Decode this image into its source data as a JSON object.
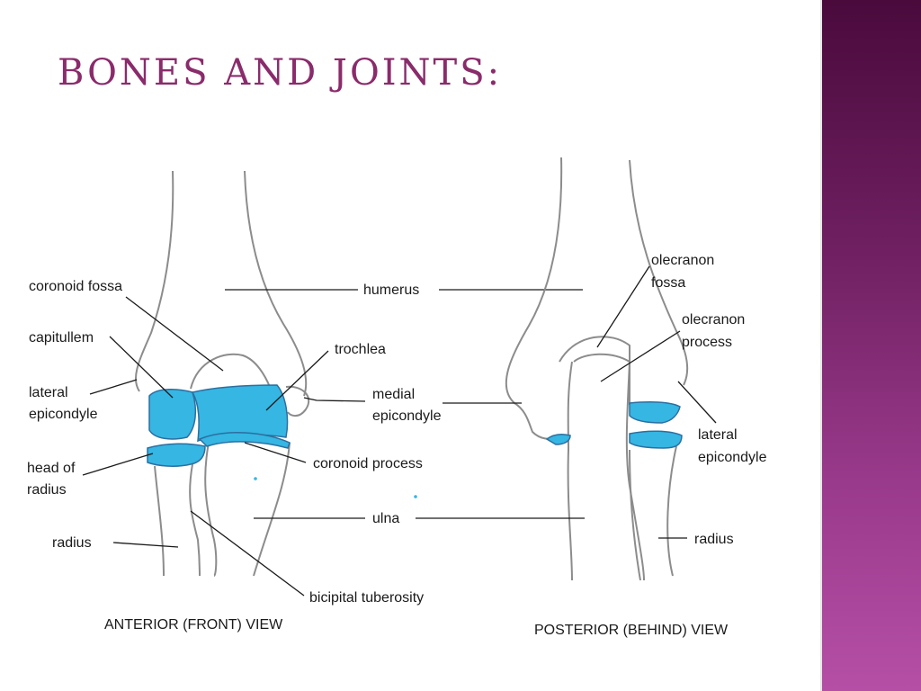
{
  "slide": {
    "title": "BONES  AND JOINTS:",
    "accent_color": "#8a2b6b",
    "sidebar_color": "#7a2a6e"
  },
  "diagram": {
    "cartilage_color": "#35b6e3",
    "anterior": {
      "caption": "ANTERIOR (FRONT) VIEW",
      "labels": {
        "coronoid_fossa": "coronoid fossa",
        "humerus": "humerus",
        "capitullem": "capitullem",
        "trochlea": "trochlea",
        "lateral_epicondyle_1": "lateral",
        "lateral_epicondyle_2": "epicondyle",
        "medial_epicondyle_1": "medial",
        "medial_epicondyle_2": "epicondyle",
        "head_of_radius_1": "head  of",
        "head_of_radius_2": "radius",
        "coronoid_process": "coronoid process",
        "ulna": "ulna",
        "radius": "radius",
        "bicipital_tuberosity": "bicipital tuberosity"
      }
    },
    "posterior": {
      "caption": "POSTERIOR (BEHIND) VIEW",
      "labels": {
        "olecranon_fossa_1": "olecranon",
        "olecranon_fossa_2": "fossa",
        "olecranon_process_1": "olecranon",
        "olecranon_process_2": "process",
        "lateral_epicondyle_1": "lateral",
        "lateral_epicondyle_2": "epicondyle",
        "radius": "radius"
      }
    }
  }
}
